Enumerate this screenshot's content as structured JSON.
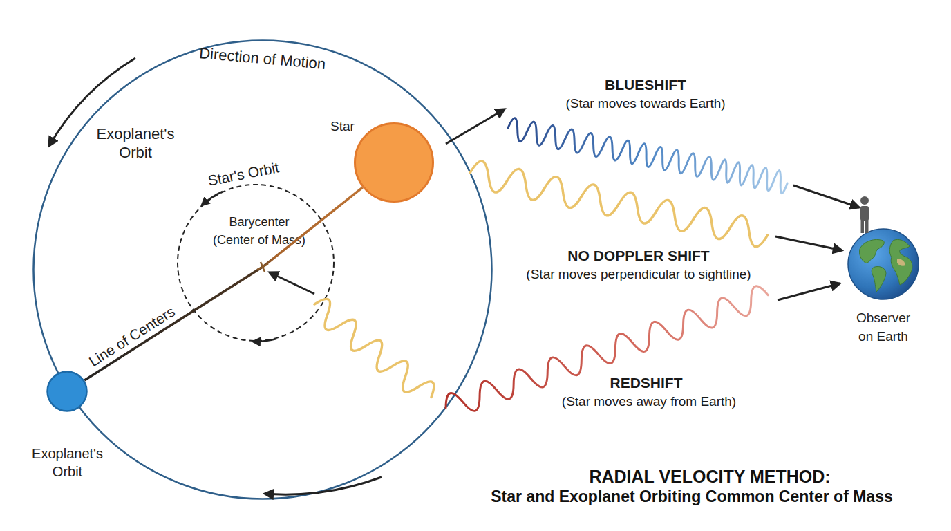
{
  "diagram": {
    "title": "RADIAL VELOCITY METHOD:",
    "caption": "Star and Exoplanet Orbiting Common Center of Mass",
    "nodes": [
      {
        "text": [
          "Direction of Motion",
          "Exoplanet's Orbit"
        ]
      },
      {
        "text": [
          "Star's Orbit",
          "Barycenter (Center of Mass)"
        ],
        "in": 0
      },
      {
        "text": [
          "Star"
        ],
        "in": 0
      },
      {
        "text": [
          "Exoplanet's Orbit"
        ]
      },
      {
        "text": [
          "Observer on Earth"
        ]
      }
    ],
    "edges": [
      {
        "from": 3,
        "to": 2,
        "label": "Line of Centers",
        "arrow": "none"
      }
    ],
    "labels": [
      "BLUESHIFT",
      "(Star moves towards Earth)",
      "NO DOPPLER SHIFT",
      "(Star moves perpendicular to sightline)",
      "REDSHIFT",
      "(Star moves away from Earth)"
    ]
  }
}
